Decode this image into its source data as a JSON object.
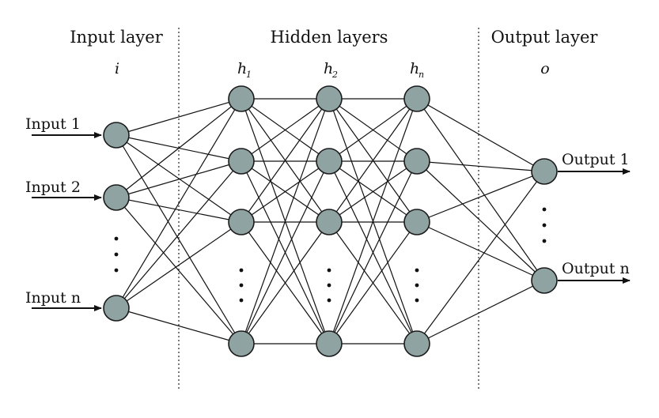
{
  "sections": {
    "input_header": "Input layer",
    "hidden_header": "Hidden layers",
    "output_header": "Output layer"
  },
  "layer_symbols": {
    "input": "i",
    "hidden_1": "h",
    "hidden_1_sub": "1",
    "hidden_2": "h",
    "hidden_2_sub": "2",
    "hidden_n": "h",
    "hidden_n_sub": "n",
    "output": "o"
  },
  "inputs": [
    "Input 1",
    "Input 2",
    "Input n"
  ],
  "outputs": [
    "Output 1",
    "Output n"
  ],
  "colors": {
    "node_fill": "#8fa3a3",
    "node_stroke": "#1a1a1a",
    "line": "#111111"
  }
}
